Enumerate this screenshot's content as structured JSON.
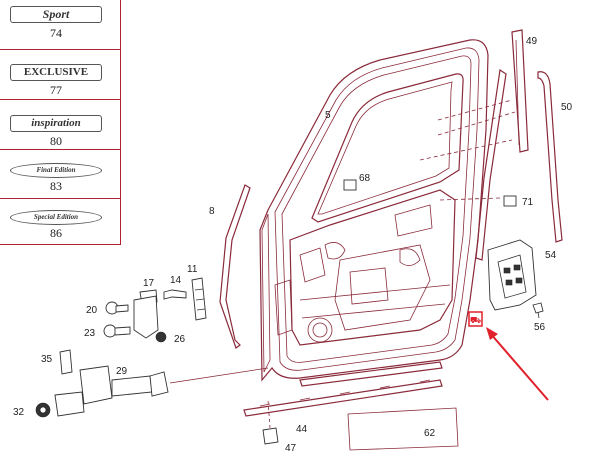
{
  "emblems": [
    {
      "text": "Sport",
      "num": "74"
    },
    {
      "text": "EXCLUSIVE",
      "num": "77"
    },
    {
      "text": "inspiration",
      "num": "80"
    },
    {
      "text": "Final Edition",
      "num": "83"
    },
    {
      "text": "Special Edition",
      "num": "86"
    }
  ],
  "callouts": {
    "c5": "5",
    "c8": "8",
    "c11": "11",
    "c14": "14",
    "c17": "17",
    "c20": "20",
    "c23": "23",
    "c26": "26",
    "c29": "29",
    "c32": "32",
    "c35": "35",
    "c44": "44",
    "c47": "47",
    "c49": "49",
    "c50": "50",
    "c54": "54",
    "c56": "56",
    "c62": "62",
    "c68": "68",
    "c71": "71"
  },
  "colors": {
    "line": "#8a2a3a",
    "highlight": "#e0202a",
    "text": "#222222"
  },
  "highlight_icon": "car-icon"
}
